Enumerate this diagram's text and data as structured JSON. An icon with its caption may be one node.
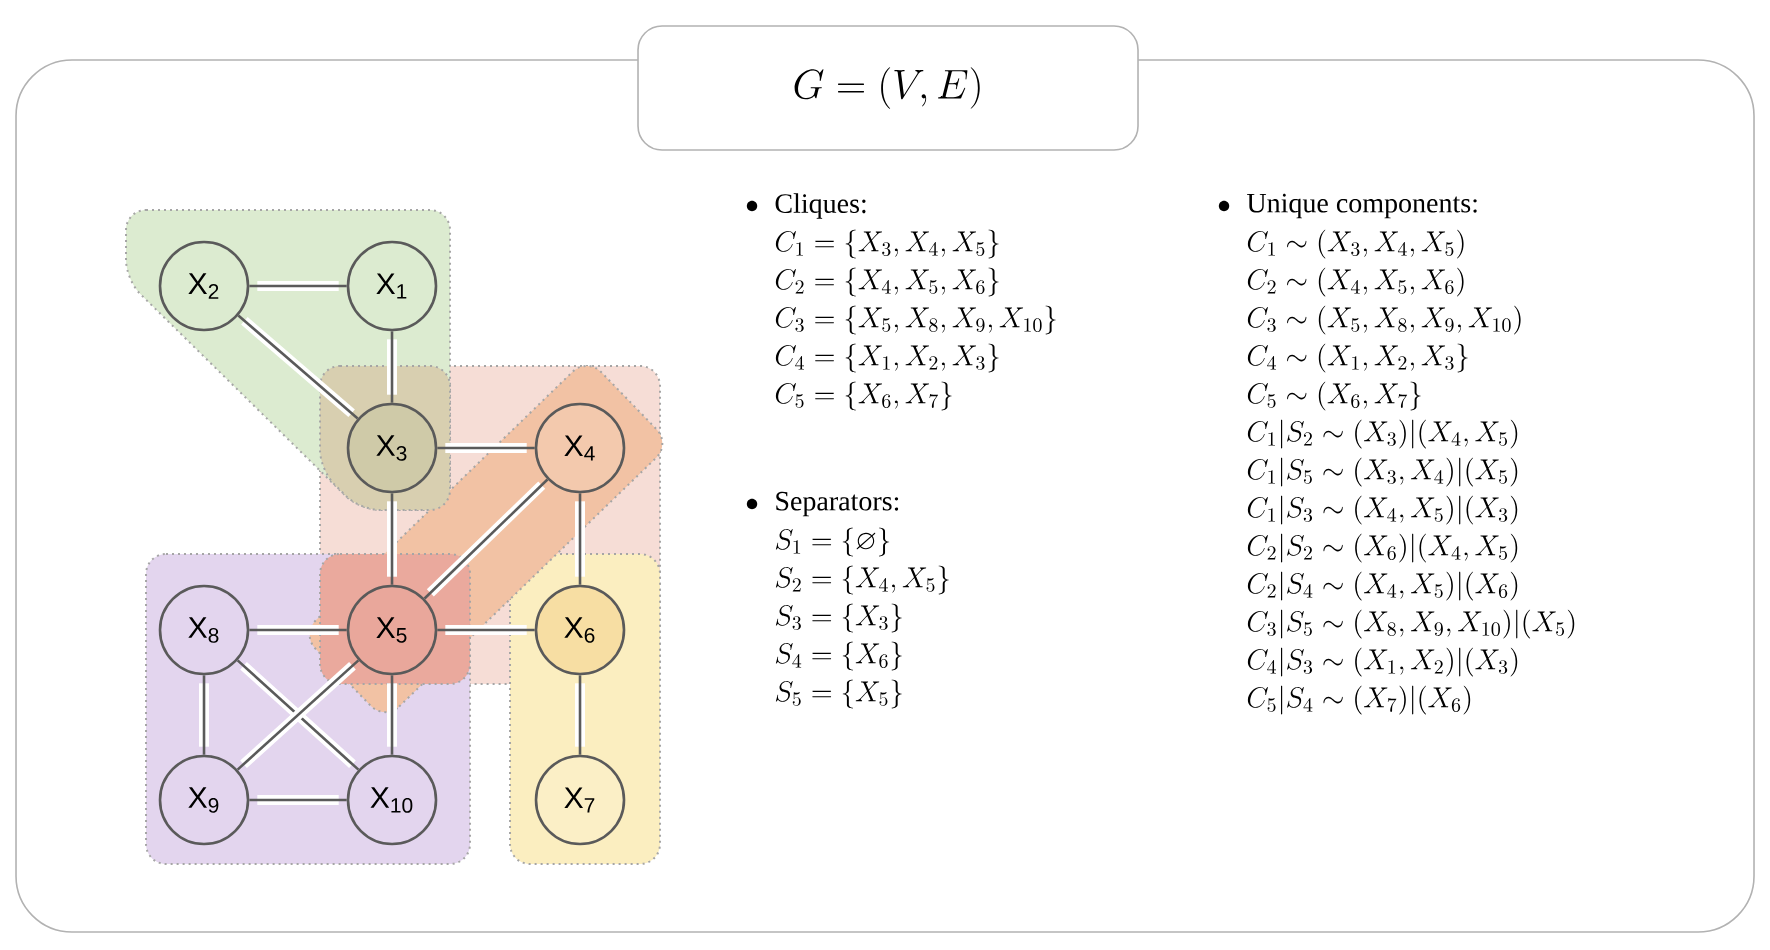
{
  "diagram": {
    "title": "G = (V, E)",
    "nodes": [
      {
        "text": [
          "X$_{2}$"
        ]
      },
      {
        "text": [
          "X$_{1}$"
        ]
      },
      {
        "text": [
          "X$_{3}$"
        ]
      },
      {
        "text": [
          "X$_{4}$"
        ]
      },
      {
        "text": [
          "X$_{8}$"
        ]
      },
      {
        "text": [
          "X$_{5}$"
        ]
      },
      {
        "text": [
          "X$_{6}$"
        ]
      },
      {
        "text": [
          "X$_{9}$"
        ]
      },
      {
        "text": [
          "X$_{10}$"
        ]
      },
      {
        "text": [
          "X$_{7}$"
        ]
      }
    ],
    "edges": [
      {
        "from": 0,
        "to": 1,
        "arrow": "none"
      },
      {
        "from": 0,
        "to": 2,
        "arrow": "none"
      },
      {
        "from": 1,
        "to": 2,
        "arrow": "none"
      },
      {
        "from": 2,
        "to": 3,
        "arrow": "none"
      },
      {
        "from": 2,
        "to": 5,
        "arrow": "none"
      },
      {
        "from": 3,
        "to": 5,
        "arrow": "none"
      },
      {
        "from": 3,
        "to": 6,
        "arrow": "none"
      },
      {
        "from": 4,
        "to": 5,
        "arrow": "none"
      },
      {
        "from": 5,
        "to": 6,
        "arrow": "none"
      },
      {
        "from": 4,
        "to": 7,
        "arrow": "none"
      },
      {
        "from": 4,
        "to": 8,
        "arrow": "none"
      },
      {
        "from": 5,
        "to": 7,
        "arrow": "none"
      },
      {
        "from": 5,
        "to": 8,
        "arrow": "none"
      },
      {
        "from": 7,
        "to": 8,
        "arrow": "none"
      },
      {
        "from": 6,
        "to": 9,
        "arrow": "none"
      }
    ],
    "labels": [
      "Cliques:",
      "C_1 = \\{X_3, X_4, X_5\\}",
      "C_2 = \\{X_4, X_5, X_6\\}",
      "C_3 = \\{X_5, X_8, X_9, X_{10}\\}",
      "C_4 = \\{X_1, X_2, X_3\\}",
      "C_5 = \\{X_6, X_7\\}",
      "Separators:",
      "S_1 = \\{\\varnothing\\}",
      "S_2 = \\{X_4, X_5\\}",
      "S_3 = \\{X_3\\}",
      "S_4 = \\{X_6\\}",
      "S_5 = \\{X_5\\}",
      "Unique components:",
      "C_1 \\sim (X_3, X_4, X_5)",
      "C_2 \\sim (X_4, X_5, X_6)",
      "C_3 \\sim (X_5, X_8, X_9, X_{10})",
      "C_4 \\sim (X_1, X_2, X_3\\}",
      "C_5 \\sim (X_6, X_7\\}",
      "C_1|S_2 \\sim (X_3)|(X_4, X_5)",
      "C_1|S_5 \\sim (X_3, X_4)|(X_5)",
      "C_1|S_3 \\sim (X_4, X_5)|(X_3)",
      "C_2|S_2 \\sim (X_6)|(X_4, X_5)",
      "C_2|S_4 \\sim (X_4, X_5)|(X_6)",
      "C_3|S_5 \\sim (X_8, X_9, X_{10})|(X_5)",
      "C_4|S_3 \\sim (X_1, X_2)|(X_3)",
      "C_5|S_4 \\sim (X_7)|(X_6)"
    ]
  }
}
